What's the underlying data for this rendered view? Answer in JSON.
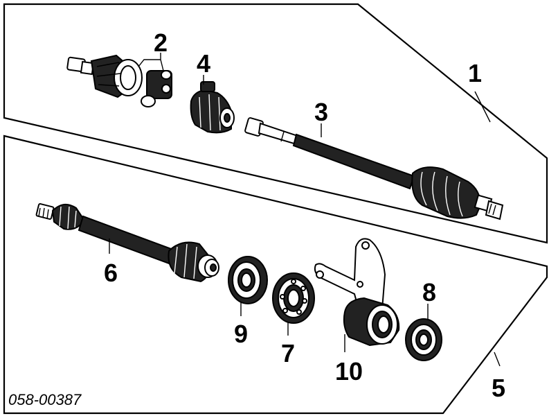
{
  "diagram": {
    "part_code": "058-00387",
    "callouts": {
      "c1": "1",
      "c2": "2",
      "c3": "3",
      "c4": "4",
      "c5": "5",
      "c6": "6",
      "c7": "7",
      "c8": "8",
      "c9": "9",
      "c10": "10"
    },
    "line_color": "#000000",
    "background": "#ffffff"
  }
}
